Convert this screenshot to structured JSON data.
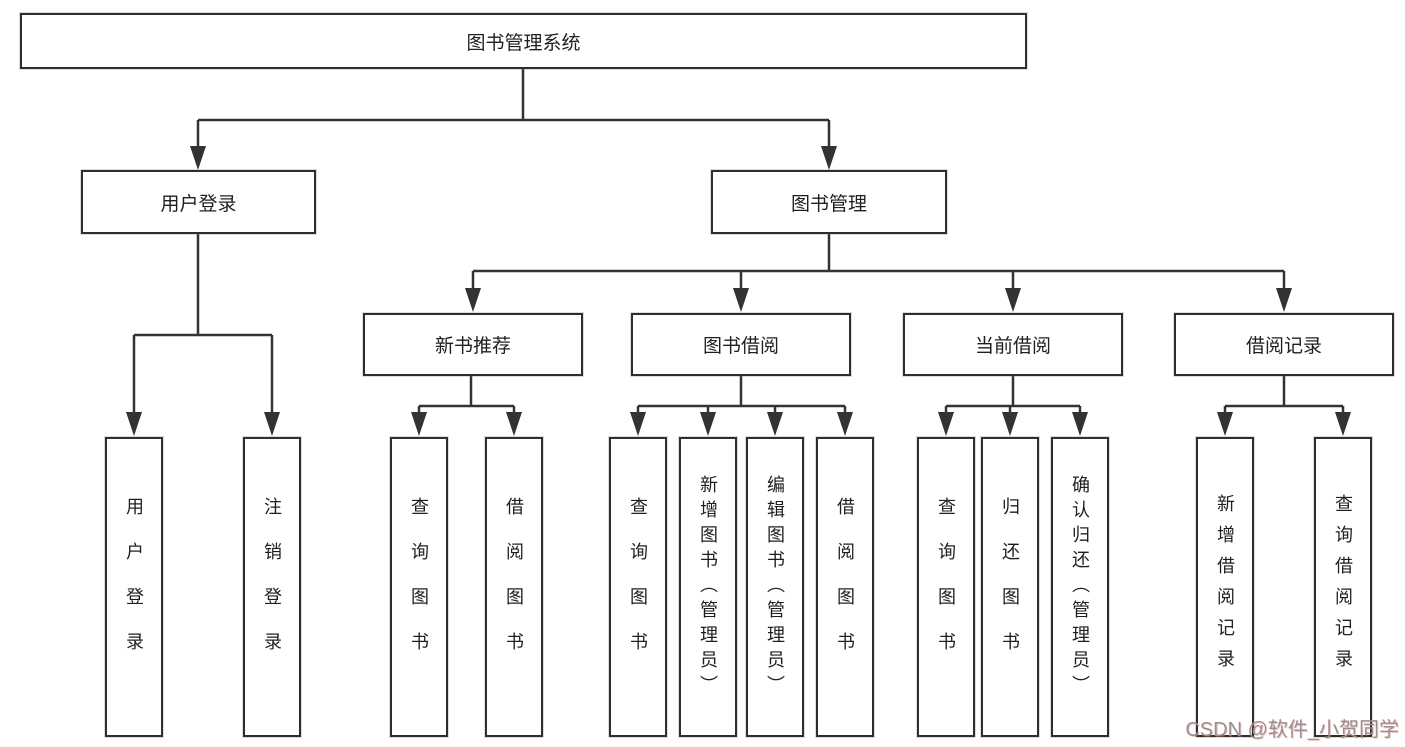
{
  "diagram": {
    "root": {
      "label": "图书管理系统"
    },
    "branches": [
      {
        "label": "用户登录",
        "children": [
          {
            "label": "用户登录"
          },
          {
            "label": "注销登录"
          }
        ]
      },
      {
        "label": "图书管理",
        "children": [
          {
            "label": "新书推荐",
            "children": [
              {
                "label": "查询图书"
              },
              {
                "label": "借阅图书"
              }
            ]
          },
          {
            "label": "图书借阅",
            "children": [
              {
                "label": "查询图书"
              },
              {
                "label": "新增图书（管理员）"
              },
              {
                "label": "编辑图书（管理员）"
              },
              {
                "label": "借阅图书"
              }
            ]
          },
          {
            "label": "当前借阅",
            "children": [
              {
                "label": "查询图书"
              },
              {
                "label": "归还图书"
              },
              {
                "label": "确认归还（管理员）"
              }
            ]
          },
          {
            "label": "借阅记录",
            "children": [
              {
                "label": "新增借阅记录"
              },
              {
                "label": "查询借阅记录"
              }
            ]
          }
        ]
      }
    ]
  },
  "watermark": {
    "text": "CSDN @软件_小贺同学"
  },
  "colors": {
    "line": "#333333",
    "box_border": "#2e2e2e",
    "text": "#1f1f1f",
    "watermark": "#9b8d90",
    "background": "#ffffff"
  }
}
